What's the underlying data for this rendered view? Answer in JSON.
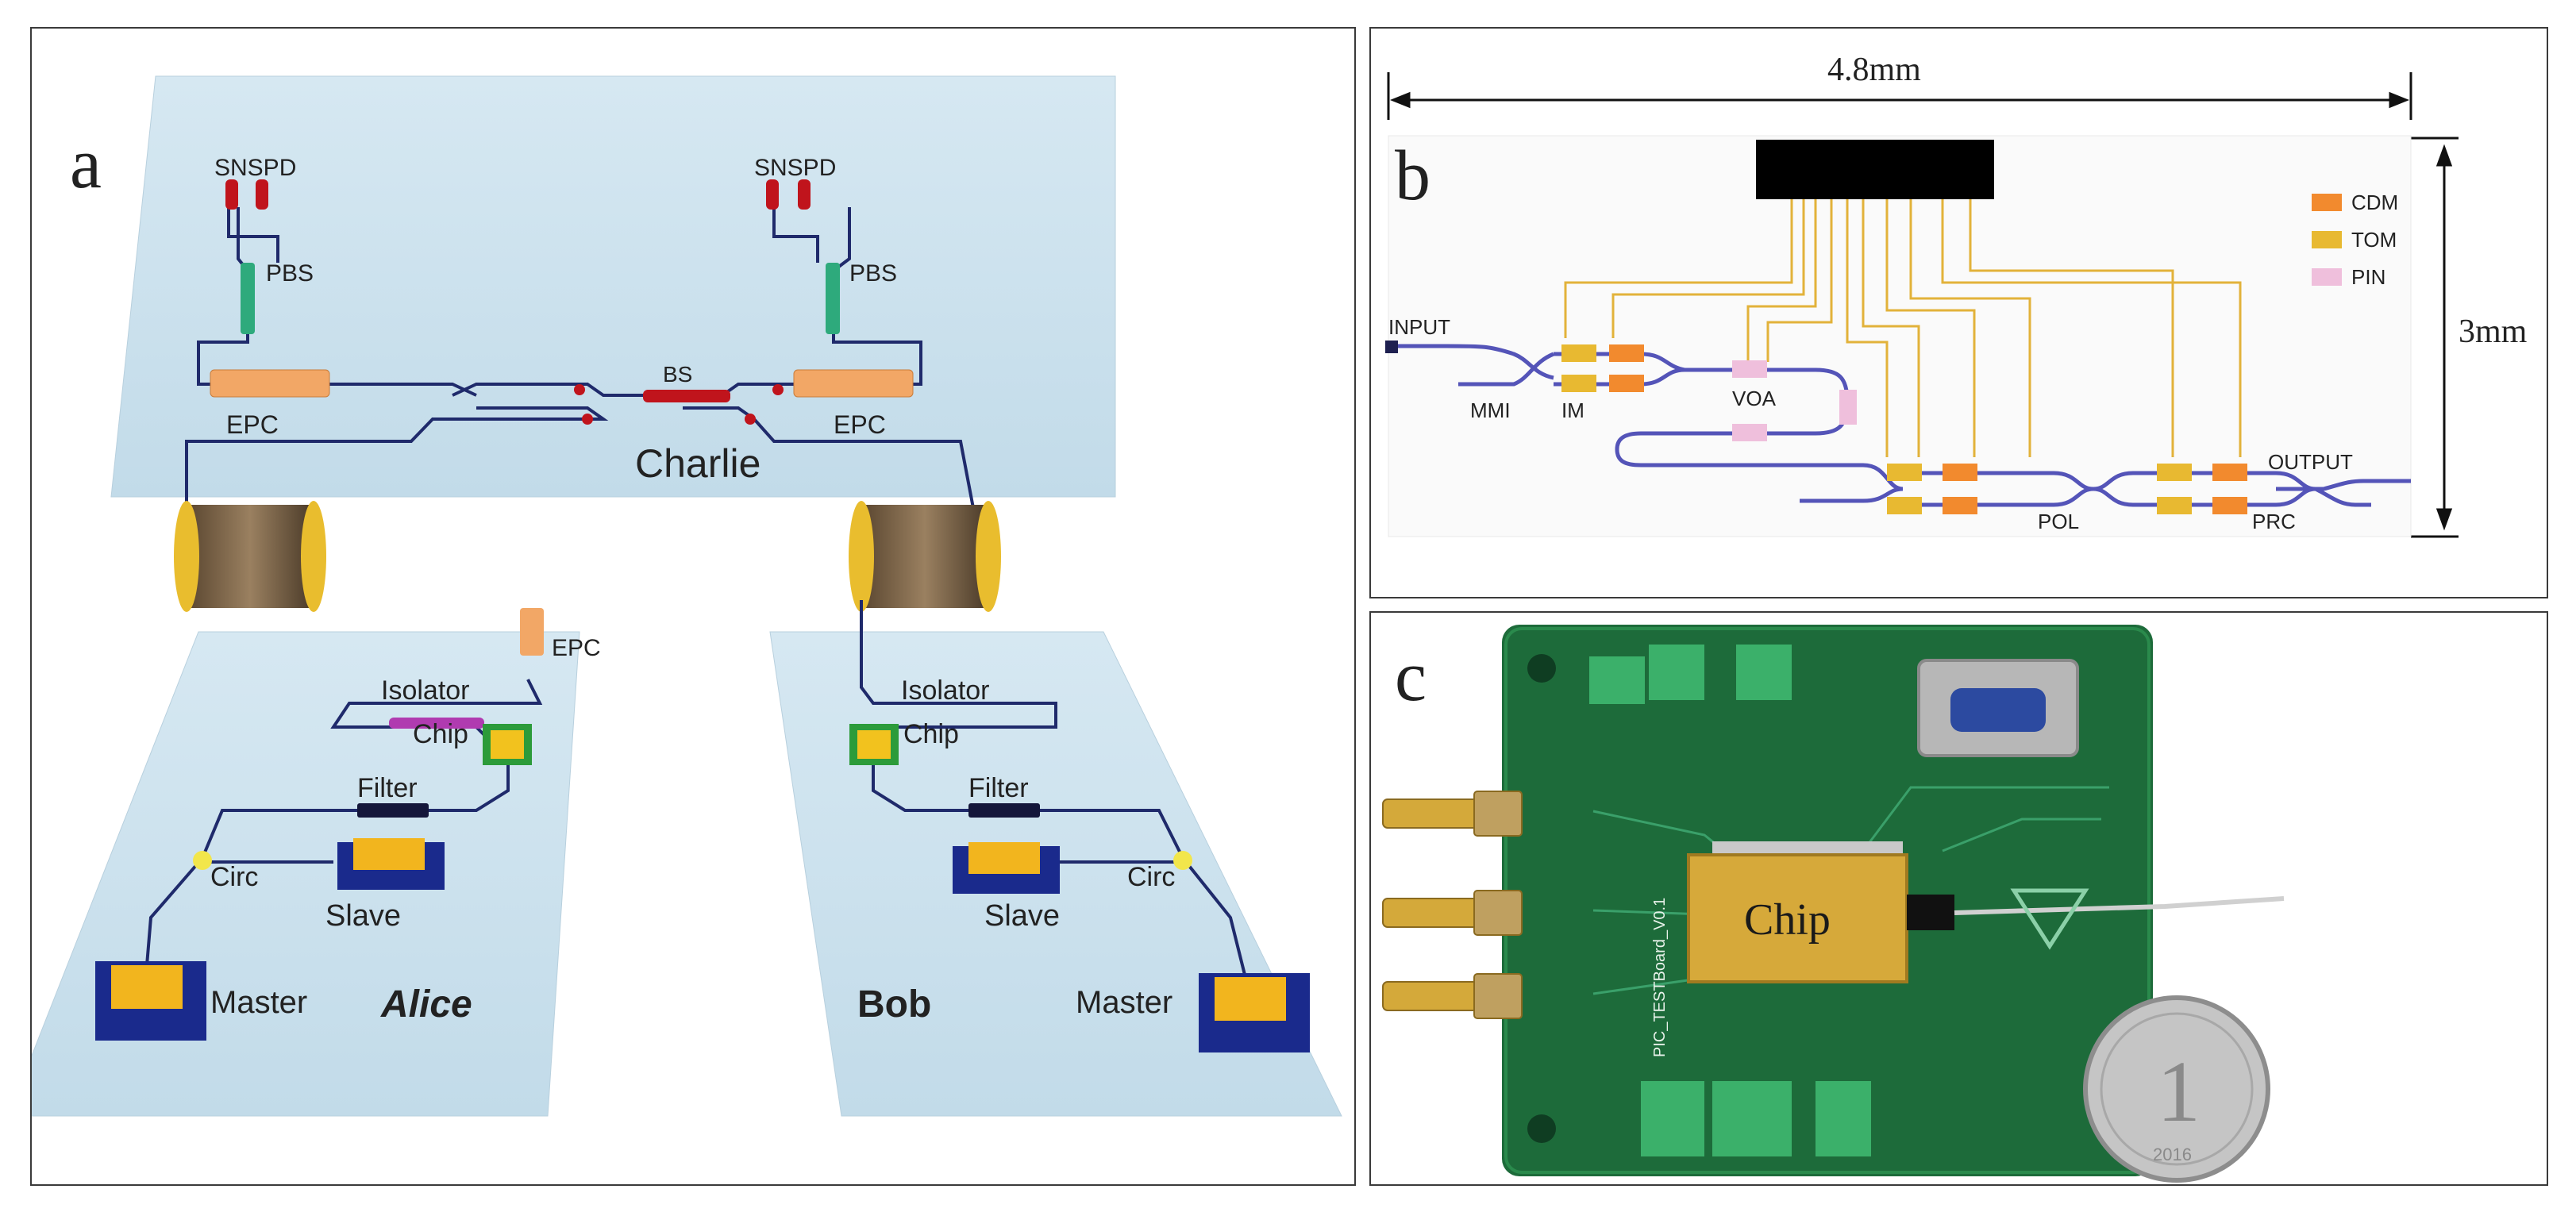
{
  "panel_a": {
    "letter": "a",
    "charlie_label": "Charlie",
    "alice_label": "Alice",
    "bob_label": "Bob",
    "snspd": "SNSPD",
    "pbs": "PBS",
    "epc": "EPC",
    "bs": "BS",
    "isolator": "Isolator",
    "chip": "Chip",
    "filter": "Filter",
    "circ": "Circ",
    "slave": "Slave",
    "master": "Master"
  },
  "panel_b": {
    "letter": "b",
    "width_dim": "4.8mm",
    "height_dim": "3mm",
    "input": "INPUT",
    "output": "OUTPUT",
    "mmi": "MMI",
    "im": "IM",
    "voa": "VOA",
    "pol": "POL",
    "prc": "PRC",
    "legend": [
      {
        "label": "CDM",
        "color": "#f28a2e"
      },
      {
        "label": "TOM",
        "color": "#e8b931"
      },
      {
        "label": "PIN",
        "color": "#efbfdc"
      }
    ],
    "waveguide_color": "#5454b8",
    "wire_color": "#e2b23a"
  },
  "panel_c": {
    "letter": "c",
    "chip_label": "Chip",
    "board_text": "PIC_TESTBoard_V0.1",
    "coin_numeral": "1",
    "coin_year": "2016",
    "board_color": "#1d6b3a"
  }
}
